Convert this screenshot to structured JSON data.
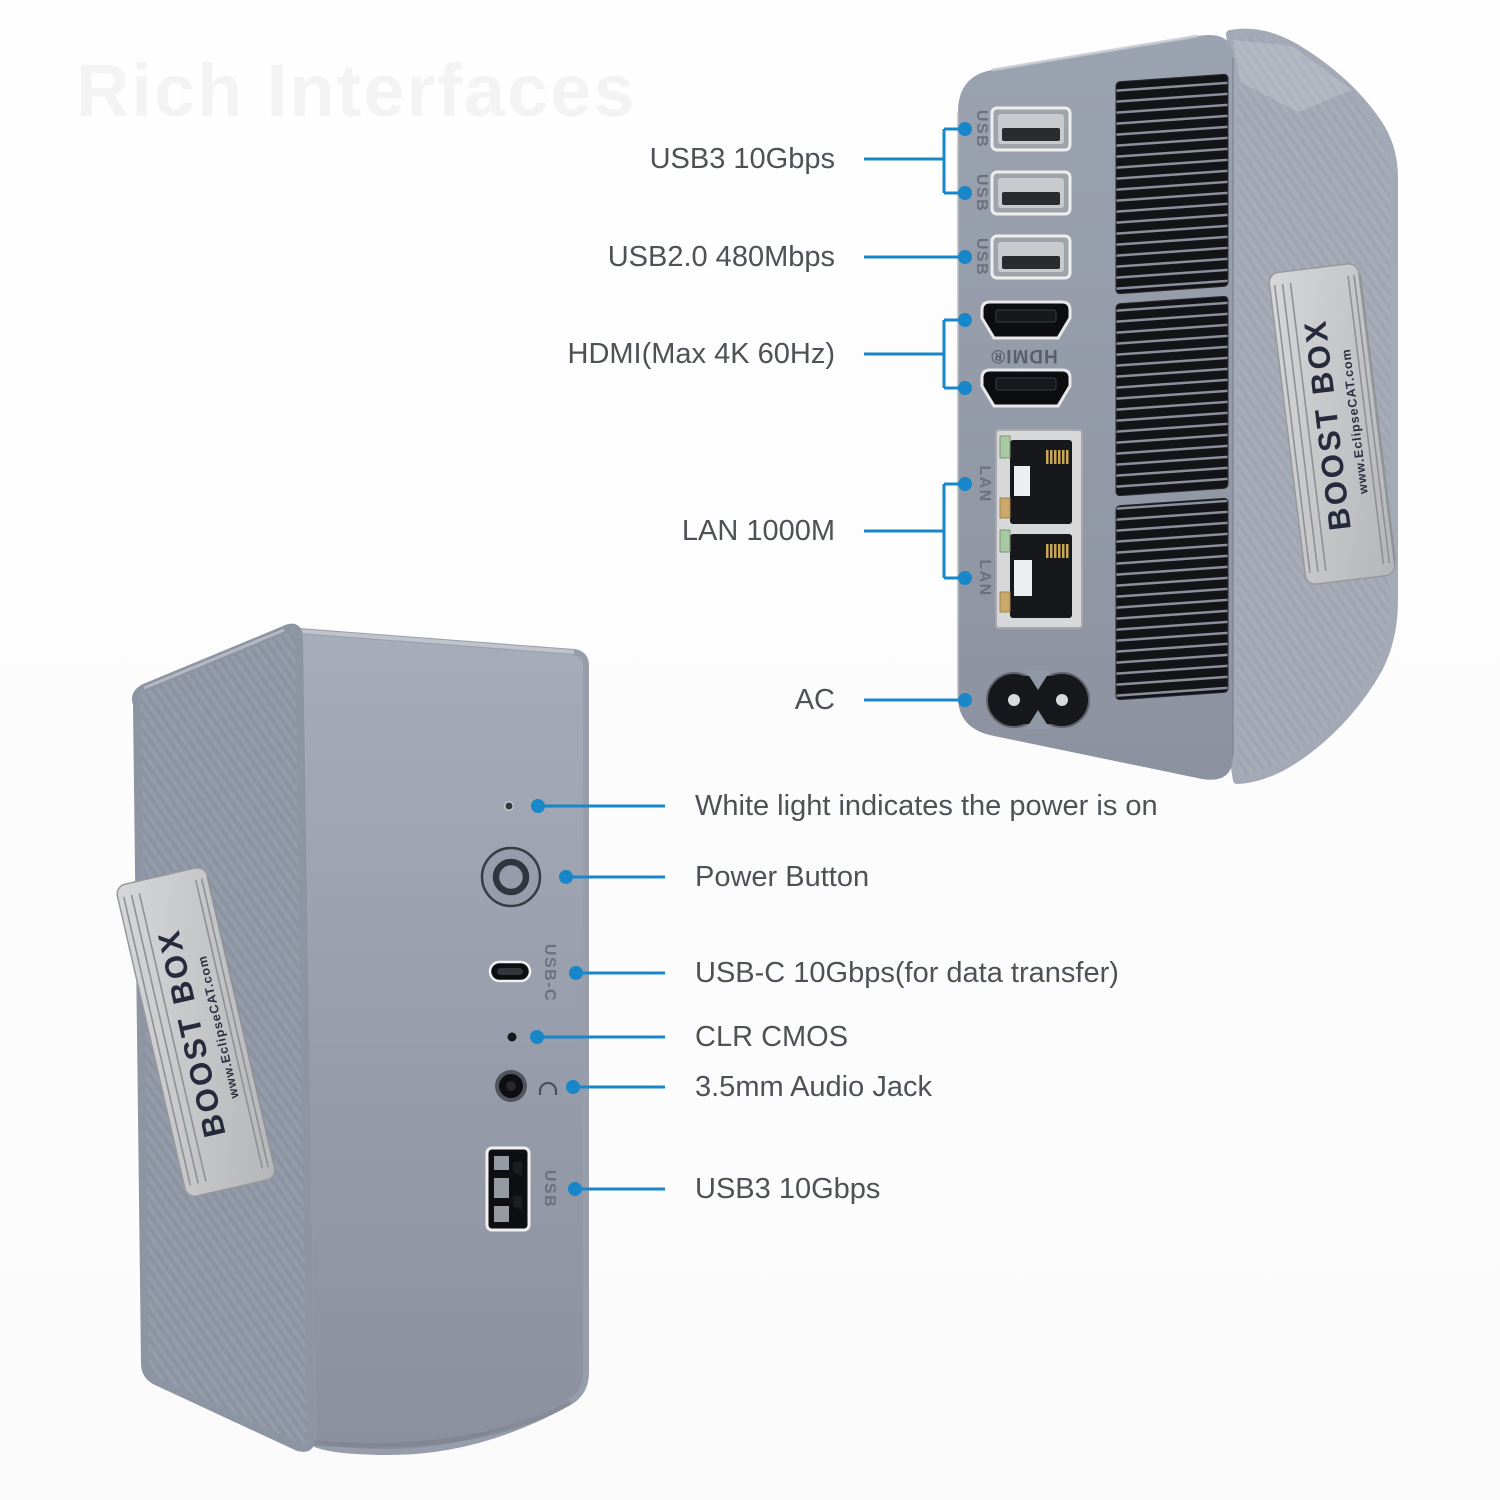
{
  "watermark": "Rich Interfaces",
  "colors": {
    "accent": "#1787c9",
    "label_text": "#4e5256",
    "watermark": "#f3f3f4",
    "device_gray": "#949baa",
    "plate_silver": "#c9cacc"
  },
  "back_view": {
    "callouts": [
      {
        "id": "usb3",
        "label": "USB3 10Gbps"
      },
      {
        "id": "usb2",
        "label": "USB2.0 480Mbps"
      },
      {
        "id": "hdmi",
        "label": "HDMI(Max 4K 60Hz)"
      },
      {
        "id": "lan",
        "label": "LAN 1000M"
      },
      {
        "id": "ac",
        "label": "AC"
      }
    ],
    "port_labels": {
      "usb1": "USB",
      "usb2": "USB",
      "usb3": "USB",
      "hdmi": "HDMI®",
      "lan1": "LAN",
      "lan2": "LAN"
    }
  },
  "front_view": {
    "callouts": [
      {
        "id": "led",
        "label": "White light indicates the power is on"
      },
      {
        "id": "power",
        "label": "Power Button"
      },
      {
        "id": "usbc",
        "label": "USB-C 10Gbps(for data transfer)"
      },
      {
        "id": "cmos",
        "label": "CLR CMOS"
      },
      {
        "id": "audio",
        "label": "3.5mm Audio Jack"
      },
      {
        "id": "usb",
        "label": "USB3 10Gbps"
      }
    ],
    "port_labels": {
      "usbc": "USB-C",
      "usb": "USB"
    }
  },
  "device_plate": {
    "brand": "BOOST BOX",
    "website": "www.EclipseCAT.com"
  }
}
